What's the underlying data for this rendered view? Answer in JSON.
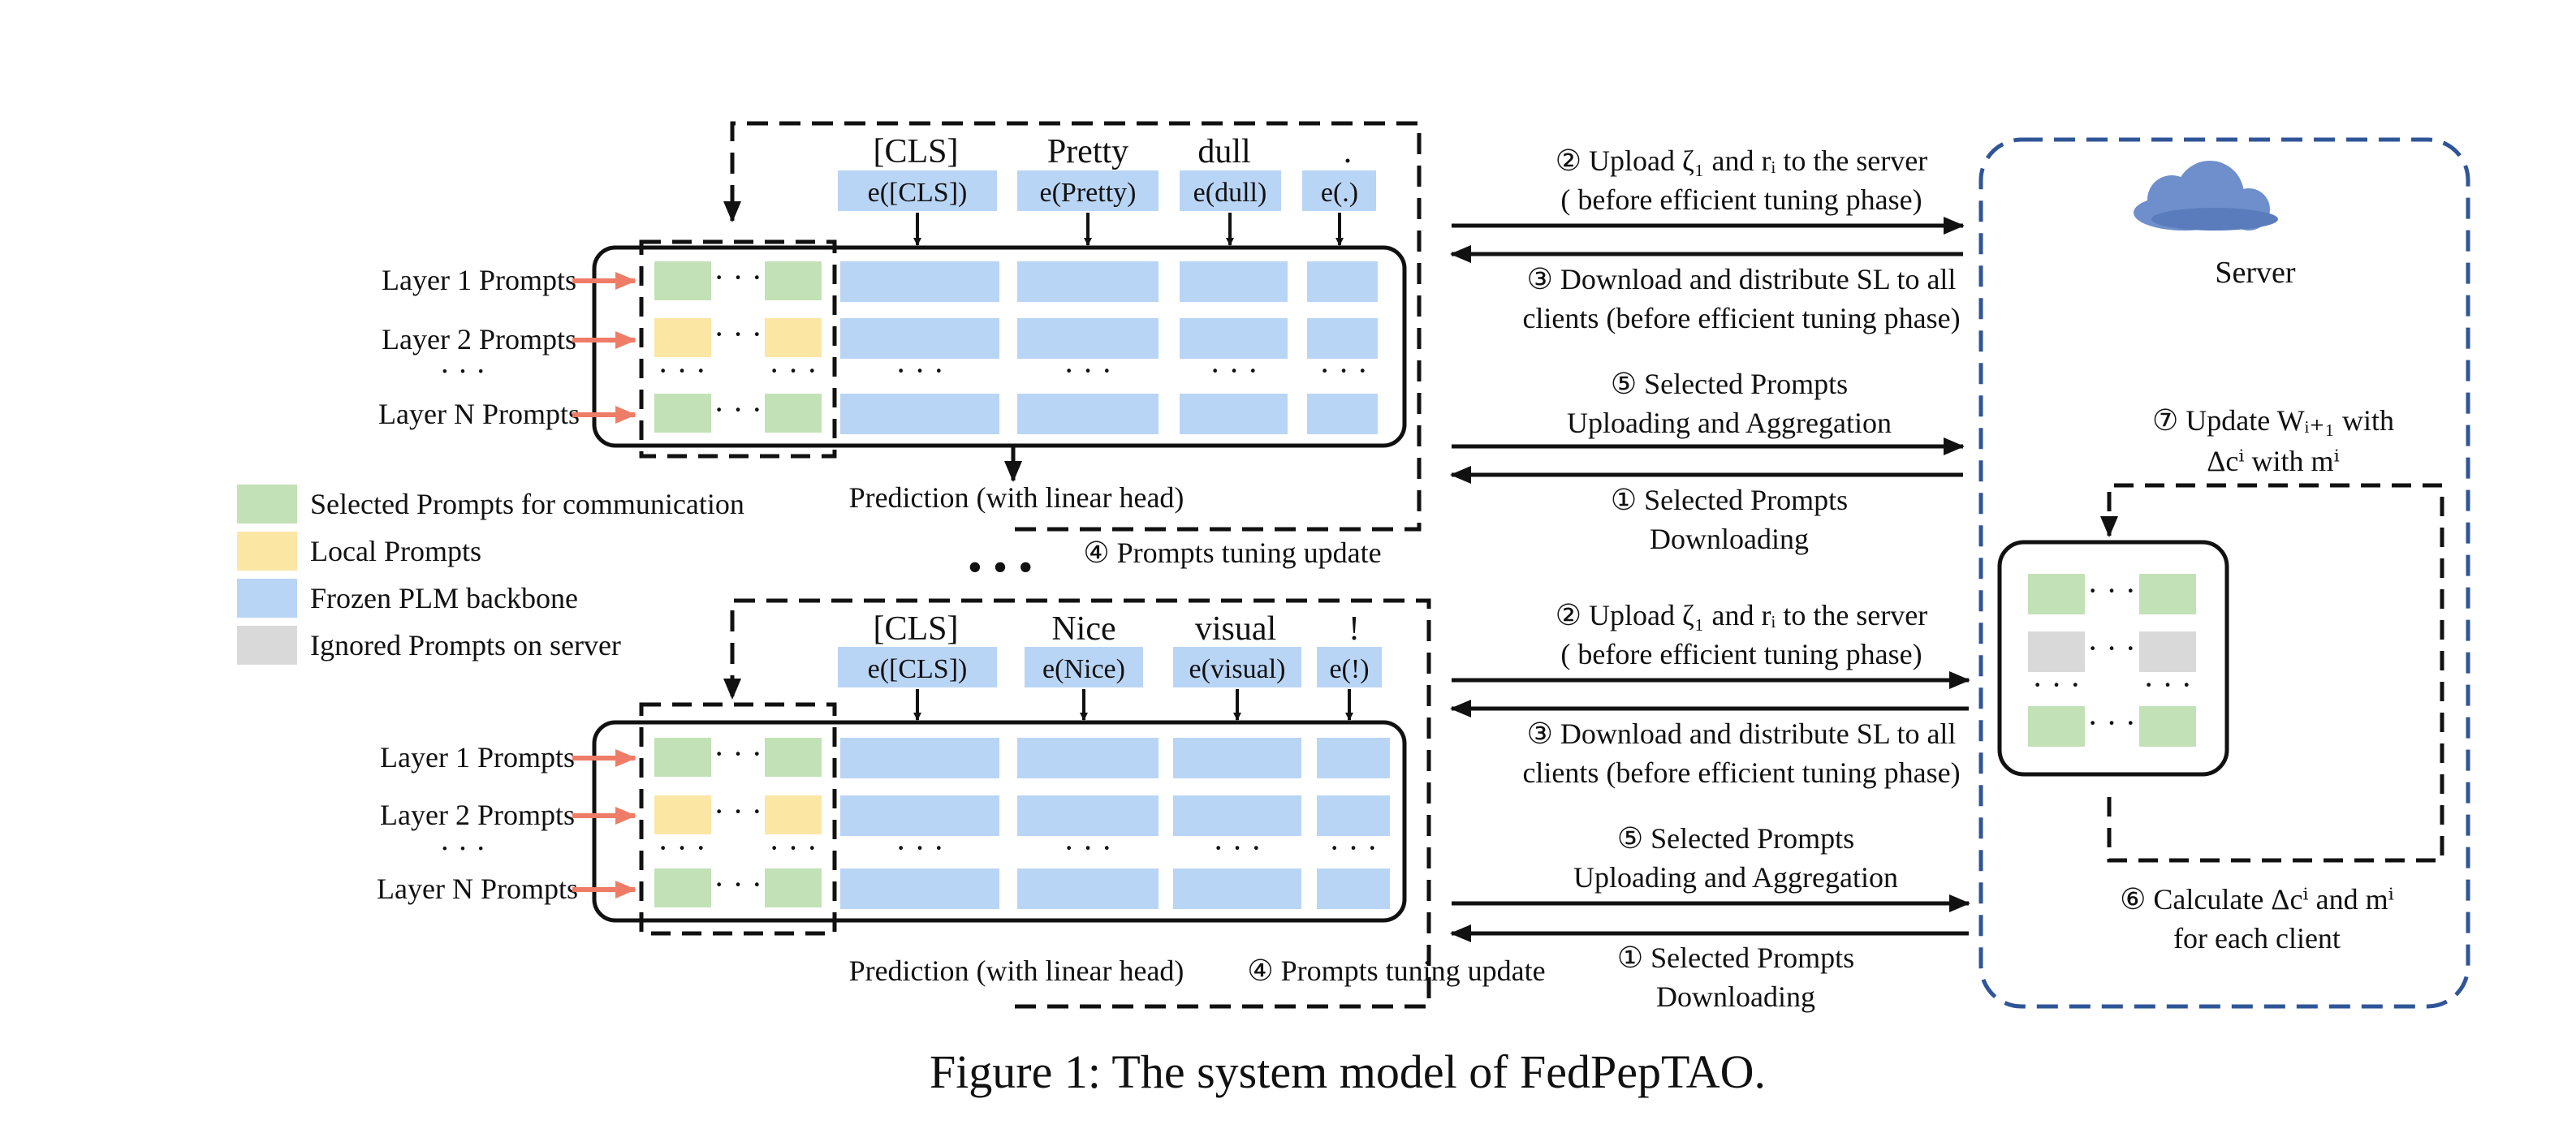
{
  "colors": {
    "selected": "#c3e1b6",
    "local": "#fbe6a4",
    "frozen": "#b9d5f6",
    "ignored": "#d9d9d9",
    "arrow_red": "#ef7c66",
    "server_border": "#2f5597",
    "cloud": "#6e8fcb"
  },
  "ellipsis": "· · ·",
  "big_ellipsis": "•   •   •",
  "clients": [
    {
      "tokens": [
        "[CLS]",
        "Pretty",
        "dull",
        "."
      ],
      "embeddings": [
        "e([CLS])",
        "e(Pretty)",
        "e(dull)",
        "e(.)"
      ],
      "layer_labels": [
        "Layer 1 Prompts",
        "Layer 2 Prompts",
        "Layer N Prompts"
      ],
      "prediction": "Prediction (with linear head)",
      "update": "④ Prompts tuning update"
    },
    {
      "tokens": [
        "[CLS]",
        "Nice",
        "visual",
        "!"
      ],
      "embeddings": [
        "e([CLS])",
        "e(Nice)",
        "e(visual)",
        "e(!)"
      ],
      "layer_labels": [
        "Layer 1 Prompts",
        "Layer 2 Prompts",
        "Layer N Prompts"
      ],
      "prediction": "Prediction (with linear head)",
      "update": "④ Prompts tuning update"
    }
  ],
  "legend": [
    {
      "label": "Selected Prompts for communication",
      "color": "selected"
    },
    {
      "label": "Local Prompts",
      "color": "local"
    },
    {
      "label": "Frozen PLM backbone",
      "color": "frozen"
    },
    {
      "label": "Ignored Prompts on server",
      "color": "ignored"
    }
  ],
  "messages": {
    "upload_a": "② Upload ζ₁ and rᵢ to the server",
    "upload_b": "( before efficient tuning phase)",
    "download_a": "③ Download and distribute SL to all",
    "download_b": "clients (before efficient tuning phase)",
    "selected_a": "⑤ Selected Prompts",
    "selected_b": "Uploading and Aggregation",
    "downloading_a": "① Selected Prompts",
    "downloading_b": "Downloading"
  },
  "server": {
    "label": "Server",
    "update_a": "⑦ Update Wᵢ₊₁ with",
    "update_b": "Δcⁱ with mⁱ",
    "calc_a": "⑥ Calculate Δcⁱ and mⁱ",
    "calc_b": "for each client"
  },
  "caption": "Figure 1: The system model of FedPepTAO."
}
